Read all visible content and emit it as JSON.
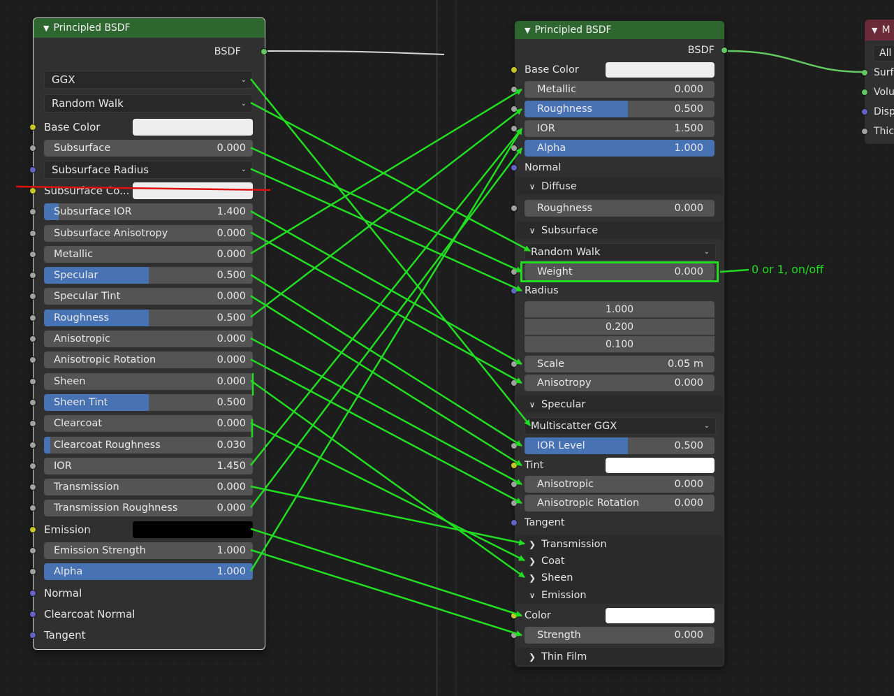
{
  "colors": {
    "node_header": "#2e6630",
    "node_body": "#303030",
    "field": "#545454",
    "field_fill": "#4772b3",
    "socket_gray": "#a1a1a1",
    "socket_yellow": "#c7c729",
    "socket_blue": "#6363c7",
    "annotation_green": "#22dd22",
    "strike_red": "#e01010"
  },
  "icons": {
    "header": "chevron-down-icon",
    "dropdown": "chevron-down-icon",
    "collapsed_panel": "chevron-right-icon",
    "expanded_panel": "chevron-down-icon"
  },
  "left_node": {
    "title": "Principled BSDF",
    "output": "BSDF",
    "distribution": "GGX",
    "subsurface_method": "Random Walk",
    "inputs": [
      {
        "label": "Base Color",
        "type": "color",
        "socket": "yellow",
        "swatch": "#eeeeee"
      },
      {
        "label": "Subsurface",
        "type": "value",
        "value": "0.000",
        "fill": 0
      },
      {
        "label": "Subsurface Radius",
        "type": "dropdown",
        "socket": "blue"
      },
      {
        "label": "Subsurface Co...",
        "type": "color",
        "socket": "yellow",
        "swatch": "#eeeeee",
        "struck": true
      },
      {
        "label": "Subsurface IOR",
        "type": "value",
        "value": "1.400",
        "fill": 0.07
      },
      {
        "label": "Subsurface Anisotropy",
        "type": "value",
        "value": "0.000",
        "fill": 0
      },
      {
        "label": "Metallic",
        "type": "value",
        "value": "0.000",
        "fill": 0
      },
      {
        "label": "Specular",
        "type": "value",
        "value": "0.500",
        "fill": 0.5
      },
      {
        "label": "Specular Tint",
        "type": "value",
        "value": "0.000",
        "fill": 0
      },
      {
        "label": "Roughness",
        "type": "value",
        "value": "0.500",
        "fill": 0.5
      },
      {
        "label": "Anisotropic",
        "type": "value",
        "value": "0.000",
        "fill": 0
      },
      {
        "label": "Anisotropic Rotation",
        "type": "value",
        "value": "0.000",
        "fill": 0
      },
      {
        "label": "Sheen",
        "type": "value",
        "value": "0.000",
        "fill": 0
      },
      {
        "label": "Sheen Tint",
        "type": "value",
        "value": "0.500",
        "fill": 0.5
      },
      {
        "label": "Clearcoat",
        "type": "value",
        "value": "0.000",
        "fill": 0
      },
      {
        "label": "Clearcoat Roughness",
        "type": "value",
        "value": "0.030",
        "fill": 0.03
      },
      {
        "label": "IOR",
        "type": "value",
        "value": "1.450",
        "fill": 0
      },
      {
        "label": "Transmission",
        "type": "value",
        "value": "0.000",
        "fill": 0
      },
      {
        "label": "Transmission Roughness",
        "type": "value",
        "value": "0.000",
        "fill": 0
      },
      {
        "label": "Emission",
        "type": "color",
        "socket": "yellow",
        "swatch": "#000000"
      },
      {
        "label": "Emission Strength",
        "type": "value",
        "value": "1.000",
        "fill": 0
      },
      {
        "label": "Alpha",
        "type": "value",
        "value": "1.000",
        "fill": 1
      },
      {
        "label": "Normal",
        "type": "vector",
        "socket": "blue"
      },
      {
        "label": "Clearcoat Normal",
        "type": "vector",
        "socket": "blue"
      },
      {
        "label": "Tangent",
        "type": "vector",
        "socket": "blue"
      }
    ]
  },
  "right_node": {
    "title": "Principled BSDF",
    "output": "BSDF",
    "rows": [
      {
        "type": "color",
        "label": "Base Color",
        "socket": "yellow",
        "swatch": "#eeeeee"
      },
      {
        "type": "value",
        "label": "Metallic",
        "value": "0.000",
        "fill": 0
      },
      {
        "type": "value",
        "label": "Roughness",
        "value": "0.500",
        "fill": 0.5
      },
      {
        "type": "value",
        "label": "IOR",
        "value": "1.500",
        "fill": 0
      },
      {
        "type": "value",
        "label": "Alpha",
        "value": "1.000",
        "fill": 1
      },
      {
        "type": "vector",
        "label": "Normal",
        "socket": "blue"
      },
      {
        "type": "panel",
        "label": "Diffuse",
        "open": true
      },
      {
        "type": "value",
        "label": "Roughness",
        "value": "0.000",
        "fill": 0
      },
      {
        "type": "panel",
        "label": "Subsurface",
        "open": true
      },
      {
        "type": "dropdown",
        "label": "Random Walk"
      },
      {
        "type": "value",
        "label": "Weight",
        "value": "0.000",
        "fill": 0,
        "highlight": true
      },
      {
        "type": "vector",
        "label": "Radius",
        "socket": "blue"
      },
      {
        "type": "vecval",
        "value": "1.000"
      },
      {
        "type": "vecval",
        "value": "0.200"
      },
      {
        "type": "vecval",
        "value": "0.100"
      },
      {
        "type": "value",
        "label": "Scale",
        "value": "0.05 m",
        "fill": 0
      },
      {
        "type": "value",
        "label": "Anisotropy",
        "value": "0.000",
        "fill": 0
      },
      {
        "type": "panel",
        "label": "Specular",
        "open": true
      },
      {
        "type": "dropdown",
        "label": "Multiscatter GGX"
      },
      {
        "type": "value",
        "label": "IOR Level",
        "value": "0.500",
        "fill": 0.5
      },
      {
        "type": "color",
        "label": "Tint",
        "socket": "yellow",
        "swatch": "#ffffff"
      },
      {
        "type": "value",
        "label": "Anisotropic",
        "value": "0.000",
        "fill": 0
      },
      {
        "type": "value",
        "label": "Anisotropic Rotation",
        "value": "0.000",
        "fill": 0
      },
      {
        "type": "vector",
        "label": "Tangent",
        "socket": "blue"
      },
      {
        "type": "panel",
        "label": "Transmission",
        "open": false
      },
      {
        "type": "panel",
        "label": "Coat",
        "open": false
      },
      {
        "type": "panel",
        "label": "Sheen",
        "open": false
      },
      {
        "type": "panel",
        "label": "Emission",
        "open": true
      },
      {
        "type": "color",
        "label": "Color",
        "socket": "yellow",
        "swatch": "#ffffff"
      },
      {
        "type": "value",
        "label": "Strength",
        "value": "0.000",
        "fill": 0
      },
      {
        "type": "panel",
        "label": "Thin Film",
        "open": false
      }
    ]
  },
  "output_node": {
    "title": "M",
    "button": "All",
    "sockets": [
      {
        "label": "Surf",
        "socket": "green"
      },
      {
        "label": "Volu",
        "socket": "green"
      },
      {
        "label": "Disp",
        "socket": "blue"
      },
      {
        "label": "Thic",
        "socket": "gray"
      }
    ]
  },
  "annotation": "0 or 1, on/off",
  "mapping": [
    [
      "distribution",
      "Multiscatter GGX"
    ],
    [
      "subsurface_method",
      "Random Walk"
    ],
    [
      "Subsurface",
      "Weight"
    ],
    [
      "Subsurface Radius",
      "Radius"
    ],
    [
      "Subsurface IOR",
      "Scale"
    ],
    [
      "Subsurface Anisotropy",
      "Anisotropy"
    ],
    [
      "Metallic",
      "Metallic"
    ],
    [
      "Specular",
      "IOR Level"
    ],
    [
      "Specular Tint",
      "Tint"
    ],
    [
      "Roughness",
      "Roughness"
    ],
    [
      "Anisotropic",
      "Anisotropic"
    ],
    [
      "Anisotropic Rotation",
      "Anisotropic Rotation"
    ],
    [
      "Sheen",
      "Sheen"
    ],
    [
      "Clearcoat",
      "Coat"
    ],
    [
      "IOR",
      "IOR"
    ],
    [
      "Transmission",
      "Transmission"
    ],
    [
      "Transmission Roughness",
      "Alpha"
    ],
    [
      "Emission",
      "Color"
    ],
    [
      "Emission Strength",
      "Strength"
    ],
    [
      "Alpha",
      "IOR"
    ]
  ]
}
